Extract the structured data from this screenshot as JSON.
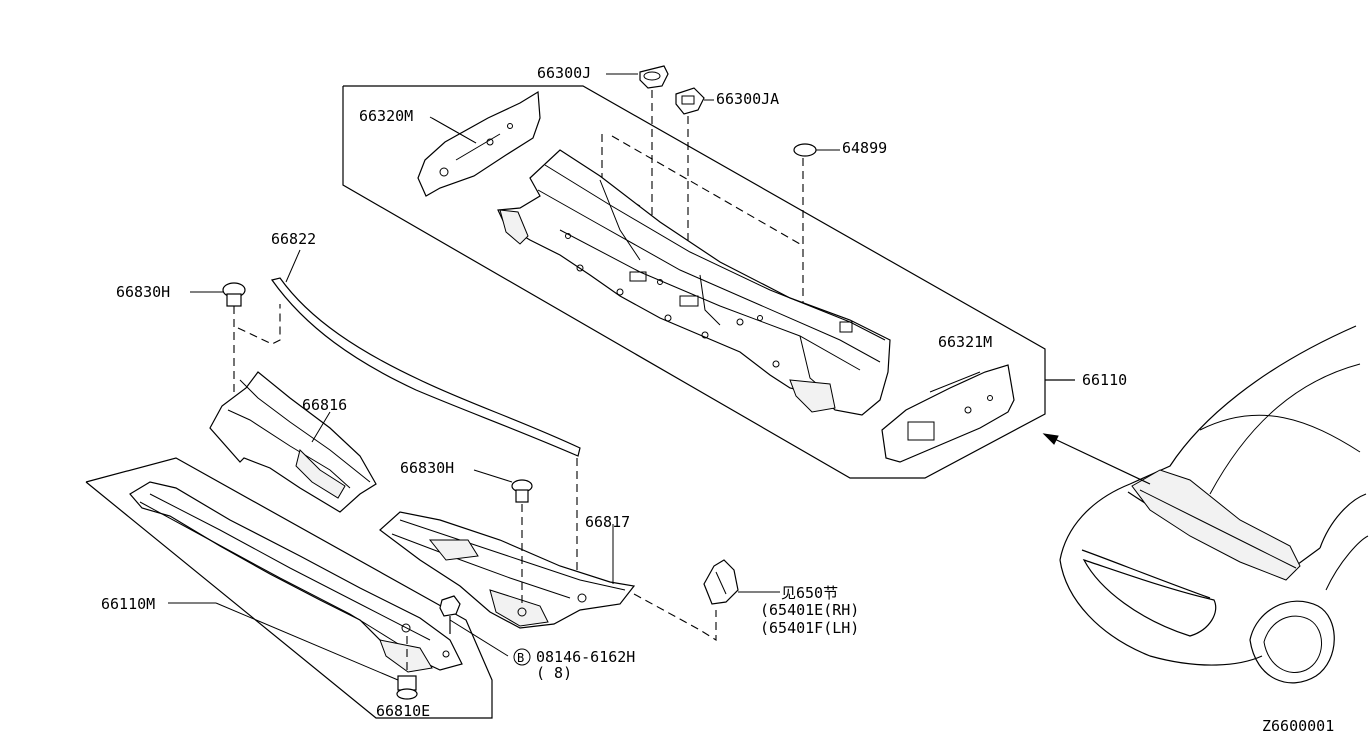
{
  "diagram": {
    "drawing_id": "Z6600001",
    "labels": {
      "p66300J": "66300J",
      "p66300JA": "66300JA",
      "p66320M": "66320M",
      "p64899": "64899",
      "p66822": "66822",
      "p66830H_a": "66830H",
      "p66830H_b": "66830H",
      "p66816": "66816",
      "p66321M": "66321M",
      "p66110": "66110",
      "p66817": "66817",
      "p66110M": "66110M",
      "p66810E": "66810E",
      "bolt": "08146-6162H",
      "bolt_qty": "( 8)",
      "bolt_badge": "B",
      "ref_see": "见650节",
      "ref_rh": "(65401E(RH)",
      "ref_lh": "(65401F(LH)"
    }
  }
}
